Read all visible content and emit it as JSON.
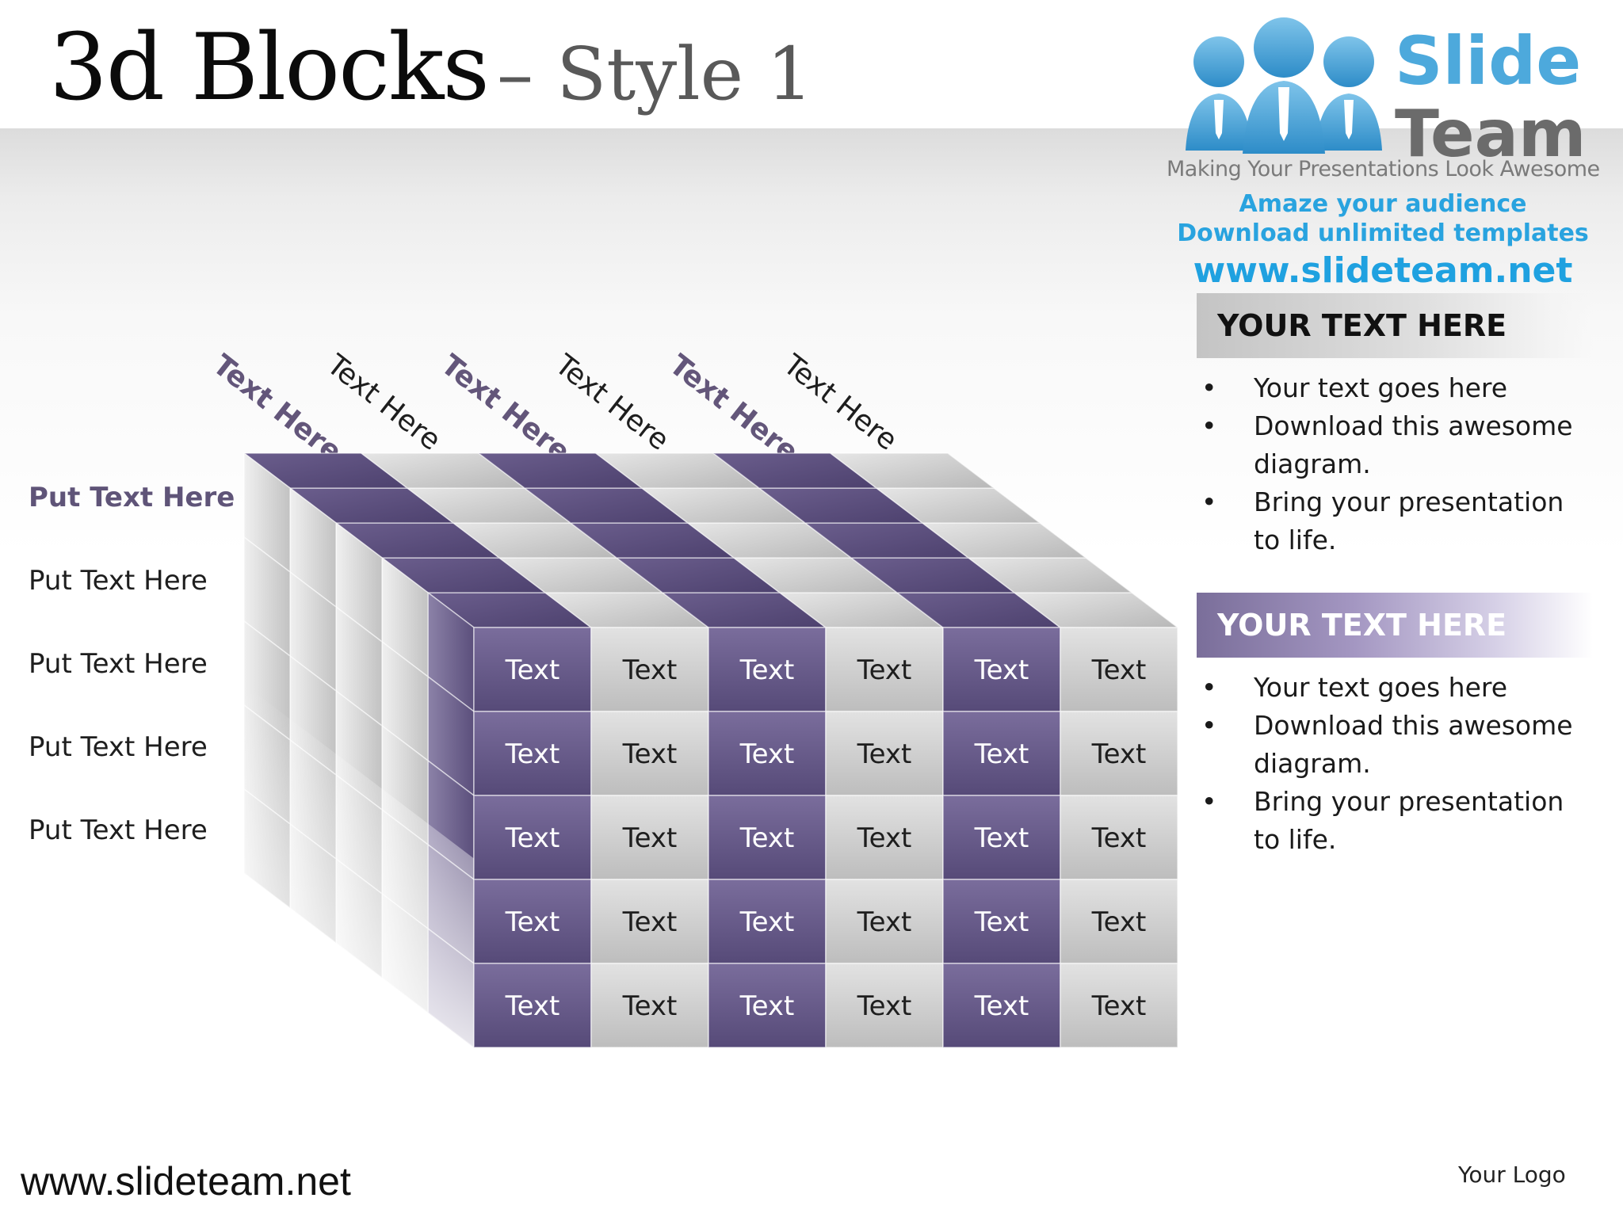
{
  "title": {
    "main": "3d Blocks",
    "sub": "– Style 1"
  },
  "logo": {
    "name_line1": "Slide",
    "name_line2": "Team",
    "tagline": "Making Your Presentations Look Awesome",
    "promo_line1": "Amaze your audience",
    "promo_line2": "Download unlimited templates",
    "url": "www.slideteam.net"
  },
  "column_headers": [
    "Text Here",
    "Text Here",
    "Text Here",
    "Text Here",
    "Text Here",
    "Text Here"
  ],
  "row_labels": [
    "Put Text Here",
    "Put Text Here",
    "Put Text Here",
    "Put Text Here",
    "Put Text Here"
  ],
  "grid": {
    "rows": 5,
    "columns": 6,
    "cell_text": "Text",
    "column_colors": [
      "purple",
      "grey",
      "purple",
      "grey",
      "purple",
      "grey"
    ]
  },
  "colors": {
    "purple": "#5f5281",
    "grey": "#c9c9c9",
    "accent_blue": "#29a3df"
  },
  "panels": [
    {
      "heading": "YOUR TEXT HERE",
      "style": "grey",
      "bullets": [
        "Your text goes here",
        "Download this awesome diagram.",
        "Bring your presentation to life."
      ]
    },
    {
      "heading": "YOUR TEXT HERE",
      "style": "purple",
      "bullets": [
        "Your text goes here",
        "Download this awesome diagram.",
        "Bring your presentation to life."
      ]
    }
  ],
  "bullet_symbol": "•",
  "footer": {
    "url": "www.slideteam.net",
    "logo_placeholder": "Your Logo"
  }
}
